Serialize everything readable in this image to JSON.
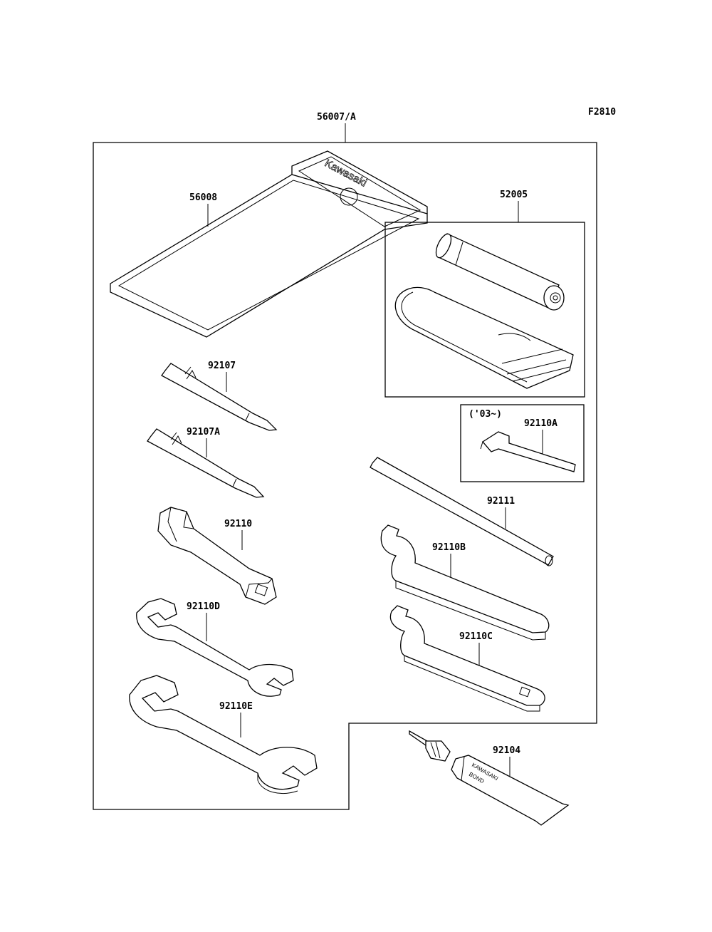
{
  "figure_code": "F2810",
  "assembly": {
    "part_no": "56007/A"
  },
  "parts": [
    {
      "key": "bag",
      "part_no": "56008"
    },
    {
      "key": "tire_repair_kit",
      "part_no": "52005"
    },
    {
      "key": "driver_bit",
      "part_no": "92107"
    },
    {
      "key": "driver_bit_a",
      "part_no": "92107A"
    },
    {
      "key": "hex_wrench_note",
      "part_no": "('03~)"
    },
    {
      "key": "hex_wrench",
      "part_no": "92110A"
    },
    {
      "key": "handle_bar",
      "part_no": "92111"
    },
    {
      "key": "spark_plug_wrench",
      "part_no": "92110"
    },
    {
      "key": "hook_wrench_b",
      "part_no": "92110B"
    },
    {
      "key": "open_wrench_d",
      "part_no": "92110D"
    },
    {
      "key": "hook_wrench_c",
      "part_no": "92110C"
    },
    {
      "key": "open_wrench_e",
      "part_no": "92110E"
    },
    {
      "key": "bond",
      "part_no": "92104"
    }
  ],
  "bag_branding": "Kawasaki",
  "tube_branding": {
    "brand": "KAWASAKI",
    "product": "BOND"
  }
}
